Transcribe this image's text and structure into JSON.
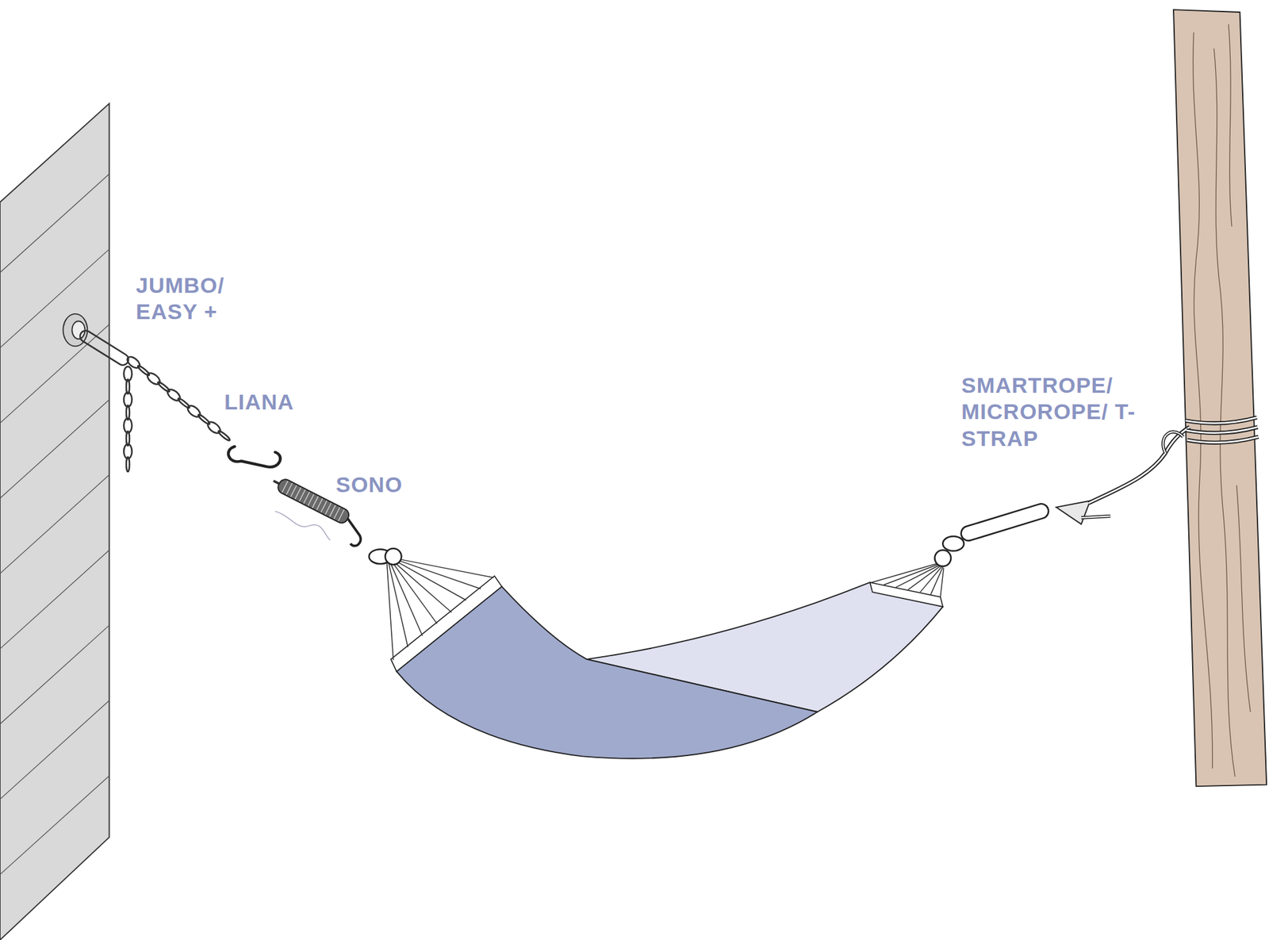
{
  "diagram": {
    "labels": [
      "JUMBO/ EASY +",
      "LIANA",
      "SONO",
      "SMARTROPE/ MICROROPE/ T-STRAP"
    ]
  }
}
